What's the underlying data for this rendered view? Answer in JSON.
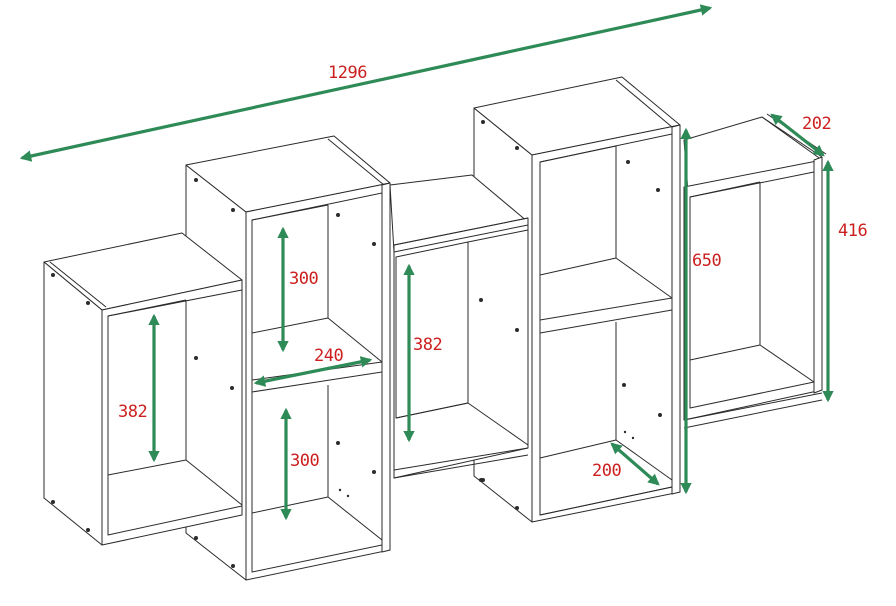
{
  "drawing": {
    "subject": "modular wall shelf dimension drawing",
    "units": "mm",
    "colors": {
      "dimension_arrow": "#2e8b57",
      "dimension_text": "#cc1f1f",
      "line": "#2b2b2b",
      "background": "#ffffff"
    },
    "dimensions": {
      "overall_width": "1296",
      "right_box_depth": "202",
      "right_box_height": "416",
      "tall_box_height": "650",
      "left_box_height": "382",
      "column2_upper_height": "300",
      "column2_shelf_width": "240",
      "column2_lower_height": "300",
      "middle_box_height": "382",
      "column4_depth": "200"
    }
  }
}
